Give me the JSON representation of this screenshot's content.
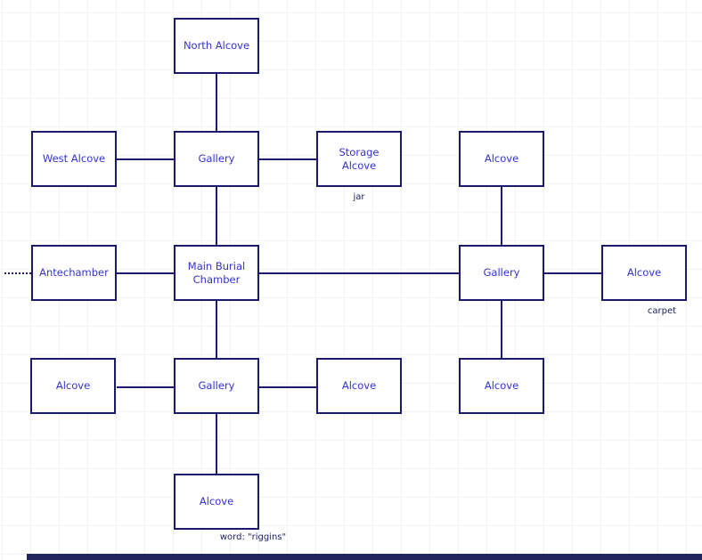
{
  "colors": {
    "node_border": "#1a1a6e",
    "node_text": "#3333cc",
    "annotation_text": "#1c1c5e",
    "connector": "#1a1a6e",
    "grid_line": "#f2f2f2",
    "canvas_bg": "#ffffff",
    "scrollbar": "#23265e"
  },
  "diagram": {
    "rooms": [
      {
        "id": "north-alcove",
        "label": "North Alcove"
      },
      {
        "id": "west-alcove",
        "label": "West Alcove"
      },
      {
        "id": "gallery-north",
        "label": "Gallery"
      },
      {
        "id": "storage-alcove",
        "label": "Storage Alcove",
        "annotation": "jar"
      },
      {
        "id": "alcove-northeast",
        "label": "Alcove"
      },
      {
        "id": "antechamber",
        "label": "Antechamber"
      },
      {
        "id": "main-burial-chamber",
        "label": "Main Burial Chamber"
      },
      {
        "id": "gallery-east",
        "label": "Gallery"
      },
      {
        "id": "alcove-east",
        "label": "Alcove",
        "annotation": "carpet"
      },
      {
        "id": "alcove-southwest",
        "label": "Alcove"
      },
      {
        "id": "gallery-south",
        "label": "Gallery"
      },
      {
        "id": "alcove-south-mid",
        "label": "Alcove"
      },
      {
        "id": "alcove-southeast",
        "label": "Alcove"
      },
      {
        "id": "alcove-bottom",
        "label": "Alcove",
        "annotation": "word: \"riggins\""
      }
    ],
    "edges": [
      "north-alcove~gallery-north",
      "west-alcove~gallery-north",
      "gallery-north~storage-alcove",
      "gallery-north~main-burial-chamber",
      "alcove-northeast~gallery-east",
      "antechamber~main-burial-chamber",
      "antechamber~west-exit-dotted",
      "main-burial-chamber~gallery-east",
      "gallery-east~alcove-east",
      "main-burial-chamber~gallery-south",
      "gallery-east~alcove-southeast",
      "alcove-southwest~gallery-south",
      "gallery-south~alcove-south-mid",
      "gallery-south~alcove-bottom"
    ]
  }
}
